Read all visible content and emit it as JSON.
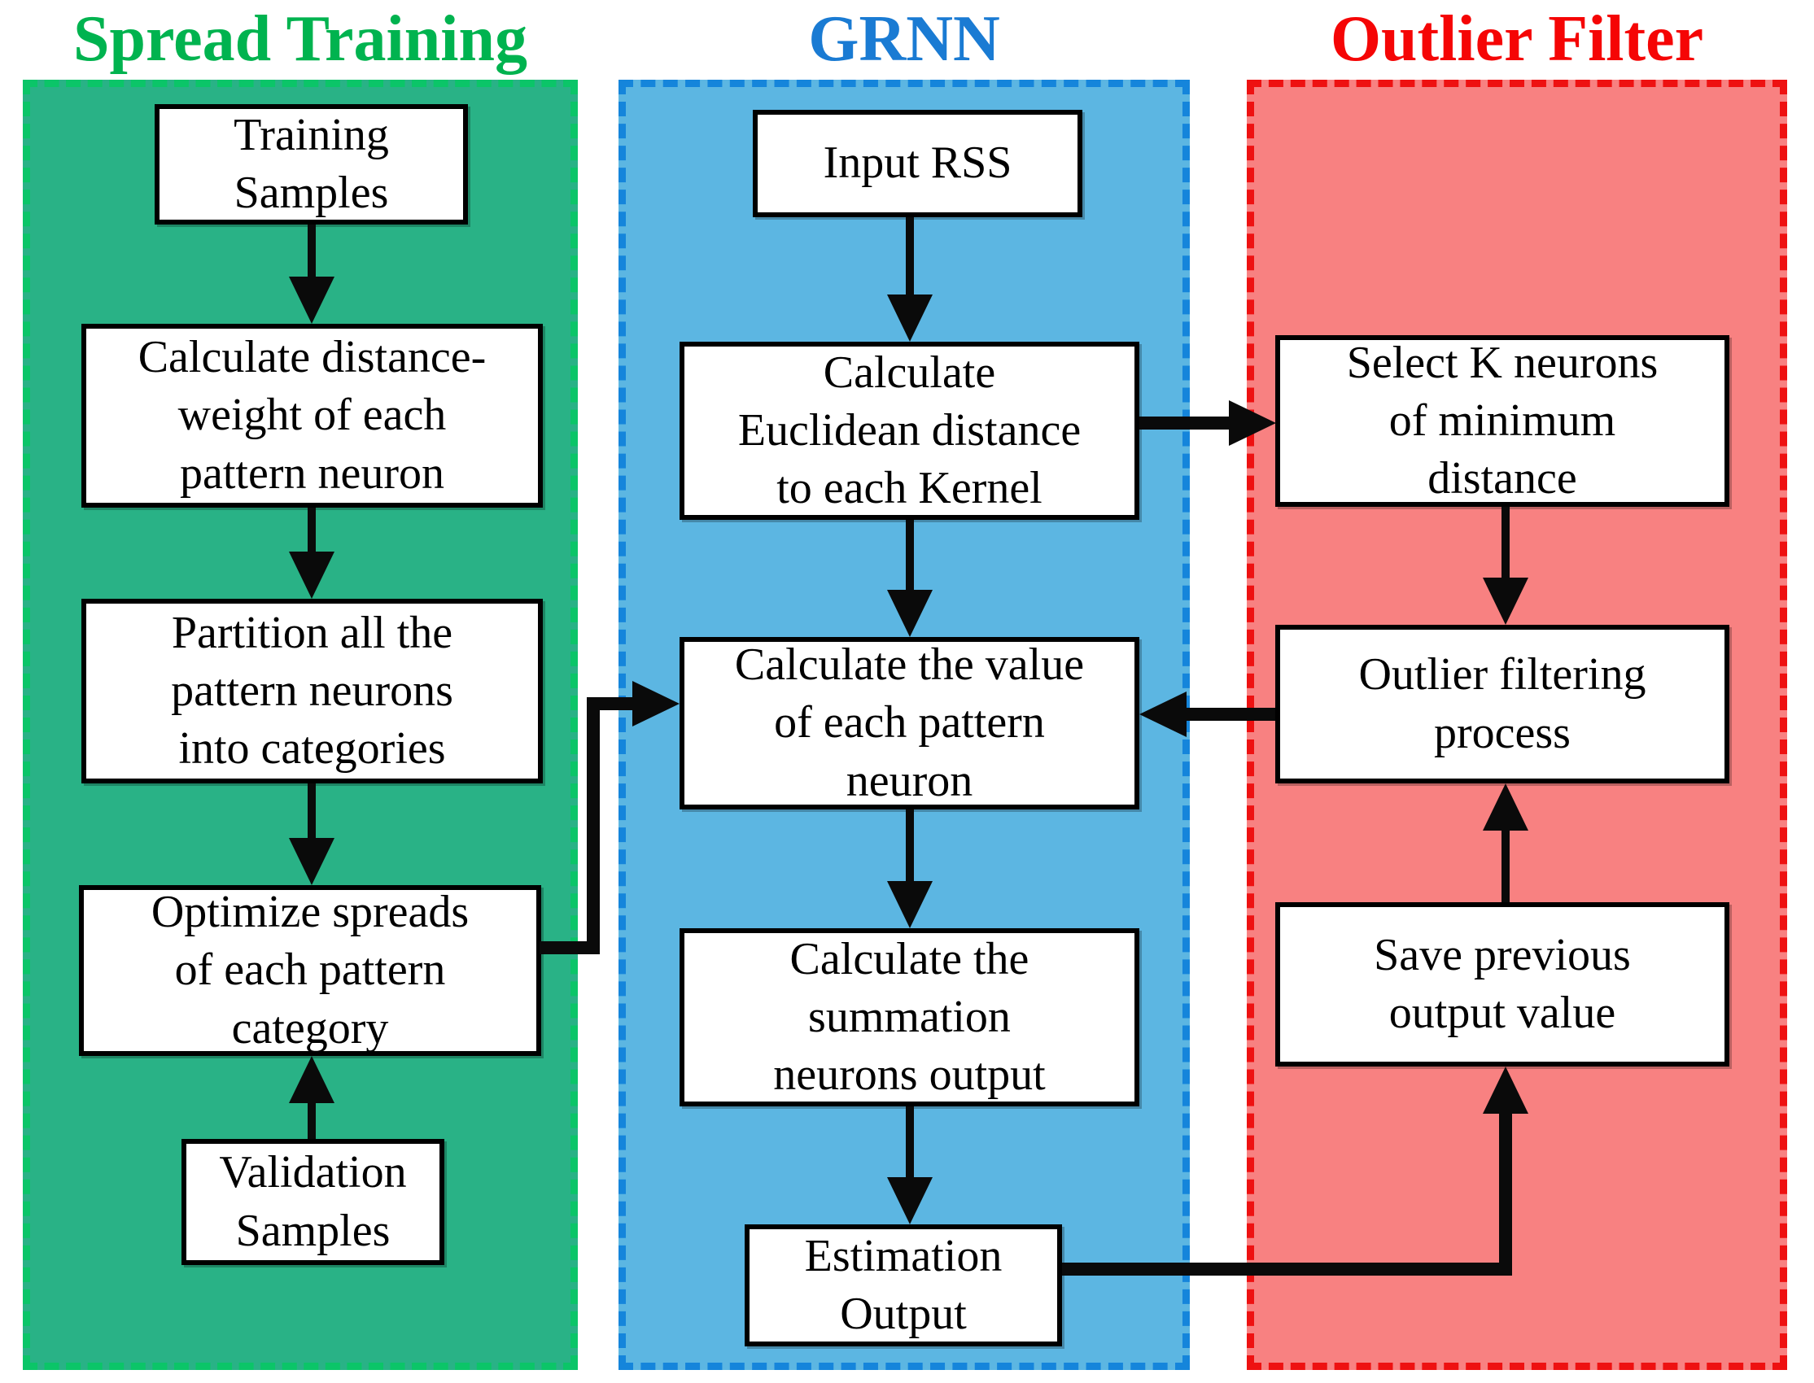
{
  "columns": {
    "spread_training": {
      "header": "Spread Training",
      "colors": {
        "fill": "#29B286",
        "dash": "#0BC568",
        "header": "#00B34F"
      },
      "boxes": {
        "training_samples": {
          "label": "Training\nSamples"
        },
        "calc_distance_weight": {
          "label": "Calculate distance-\nweight of each\npattern neuron"
        },
        "partition_neurons": {
          "label": "Partition all the\npattern neurons\ninto categories"
        },
        "optimize_spreads": {
          "label": "Optimize spreads\nof each pattern\ncategory"
        },
        "validation_samples": {
          "label": "Validation\nSamples"
        }
      }
    },
    "grnn": {
      "header": "GRNN",
      "colors": {
        "fill": "#5CB6E2",
        "dash": "#1585DB",
        "header": "#1A7BD3"
      },
      "boxes": {
        "input_rss": {
          "label": "Input RSS"
        },
        "calc_euclidean": {
          "label": "Calculate\nEuclidean distance\nto each Kernel"
        },
        "calc_pattern_value": {
          "label": "Calculate the value\nof each pattern\nneuron"
        },
        "calc_summation": {
          "label": "Calculate the\nsummation\nneurons output"
        },
        "estimation_output": {
          "label": "Estimation\nOutput"
        }
      }
    },
    "outlier_filter": {
      "header": "Outlier Filter",
      "colors": {
        "fill": "#F88181",
        "dash": "#EE1111",
        "header": "#F50505"
      },
      "boxes": {
        "select_k_neurons": {
          "label": "Select K neurons\nof minimum\ndistance"
        },
        "outlier_filtering": {
          "label": "Outlier filtering\nprocess"
        },
        "save_previous": {
          "label": "Save previous\noutput value"
        }
      }
    }
  },
  "line_color": "#0a0a0a"
}
